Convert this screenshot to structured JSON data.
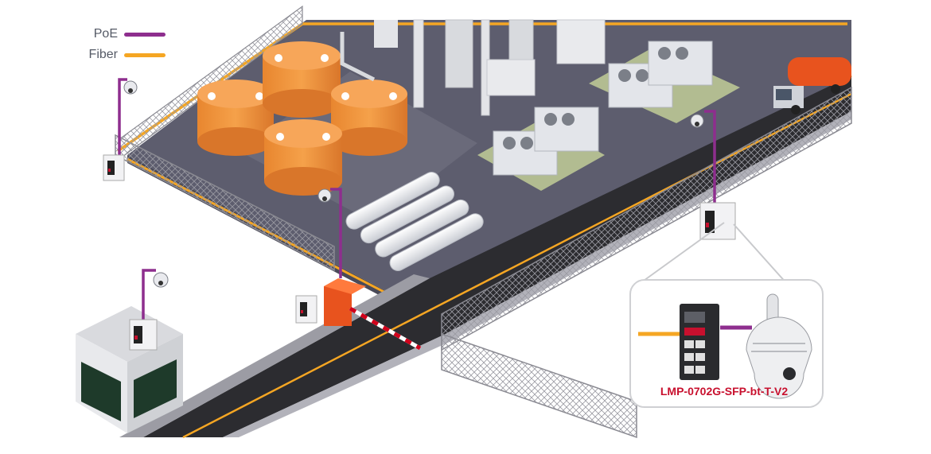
{
  "legend": {
    "items": [
      {
        "label": "PoE",
        "color": "#8e2e8e"
      },
      {
        "label": "Fiber",
        "color": "#f5a623"
      }
    ]
  },
  "callout": {
    "product_label": "LMP-0702G-SFP-bt-T-V2"
  },
  "colors": {
    "poe": "#8e2e8e",
    "fiber": "#f5a623",
    "ground": "#5d5d6e",
    "tank": "#f0953c",
    "road": "#2c2c30",
    "brand_red": "#c8102e"
  }
}
